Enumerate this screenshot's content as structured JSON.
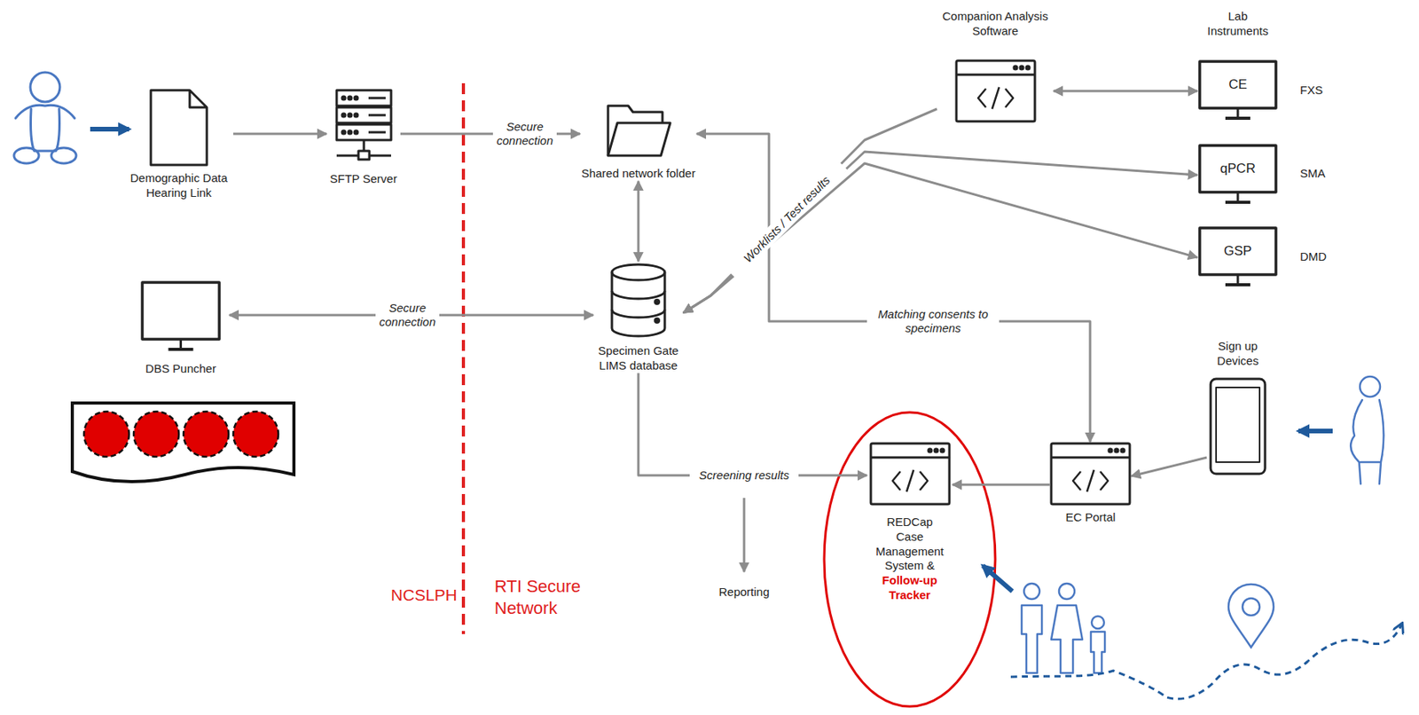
{
  "diagram": {
    "nodes": [
      {
        "text": [
          "Demographic Data Hearing Link"
        ]
      },
      {
        "text": [
          "SFTP Server"
        ]
      },
      {
        "text": [
          "Shared network folder"
        ]
      },
      {
        "text": [
          "Companion Analysis Software"
        ]
      },
      {
        "text": [
          "CE"
        ]
      },
      {
        "text": [
          "qPCR"
        ]
      },
      {
        "text": [
          "GSP"
        ]
      },
      {
        "text": [
          "DBS Puncher"
        ]
      },
      {
        "text": [
          "Specimen Gate LIMS database"
        ]
      },
      {
        "text": [
          "Sign up Devices"
        ]
      },
      {
        "text": [
          "REDCap Case Management System &",
          "Follow-up Tracker"
        ]
      },
      {
        "text": [
          "EC Portal"
        ]
      }
    ],
    "edges": [
      {
        "from": 0,
        "to": 1,
        "arrow": "to"
      },
      {
        "from": 1,
        "to": 2,
        "arrow": "to",
        "label": "Secure connection"
      },
      {
        "from": 2,
        "to": 8,
        "arrow": "both"
      },
      {
        "from": 7,
        "to": 8,
        "arrow": "both",
        "label": "Secure connection"
      },
      {
        "from": 3,
        "to": 4,
        "arrow": "both"
      },
      {
        "from": 3,
        "to": 8,
        "arrow": "to"
      },
      {
        "from": 5,
        "to": 8,
        "arrow": "both",
        "label": "Worklists / Test results"
      },
      {
        "from": 6,
        "to": 8,
        "arrow": "both"
      },
      {
        "from": 2,
        "to": 11,
        "arrow": "both",
        "label": "Matching consents to specimens"
      },
      {
        "from": 9,
        "to": 11,
        "arrow": "to"
      },
      {
        "from": 11,
        "to": 10,
        "arrow": "to"
      },
      {
        "from": 8,
        "to": 10,
        "arrow": "to",
        "label": "Screening results"
      }
    ],
    "labels": [
      "Lab Instruments",
      "FXS",
      "SMA",
      "DMD",
      "Reporting",
      "NCSLPH",
      "RTI Secure Network"
    ]
  }
}
